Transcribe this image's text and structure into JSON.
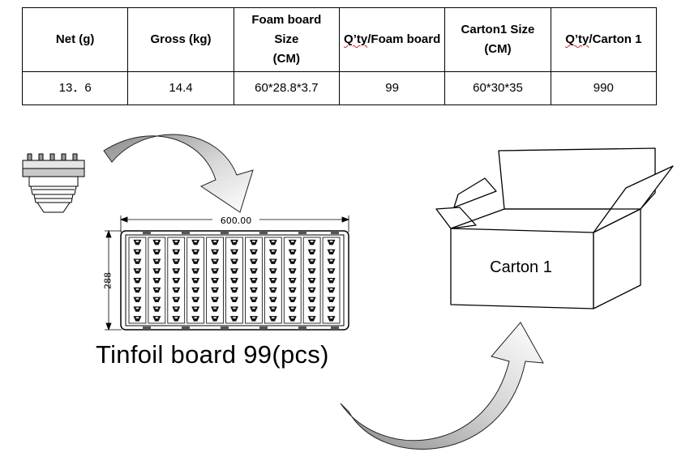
{
  "spec_table": {
    "headers": {
      "net": "Net (g)",
      "gross": "Gross (kg)",
      "foam_size_l1": "Foam board",
      "foam_size_l2": "Size",
      "foam_size_l3": "(CM)",
      "qty_foam": "Q’ty/Foam board",
      "carton_size_l1": "Carton1 Size",
      "carton_size_l2": "(CM)",
      "qty_carton": "Q’ty/Carton 1"
    },
    "values": {
      "net": "13．6",
      "gross": "14.4",
      "foam_size": "60*28.8*3.7",
      "qty_foam": "99",
      "carton_size": "60*30*35",
      "qty_carton": "990"
    }
  },
  "diagram": {
    "board_width_label": "600.00",
    "board_height_label": "288",
    "tinfoil_label": "Tinfoil board  99(pcs)",
    "carton_label": "Carton 1",
    "grid_columns": 11,
    "grid_rows": 9
  }
}
